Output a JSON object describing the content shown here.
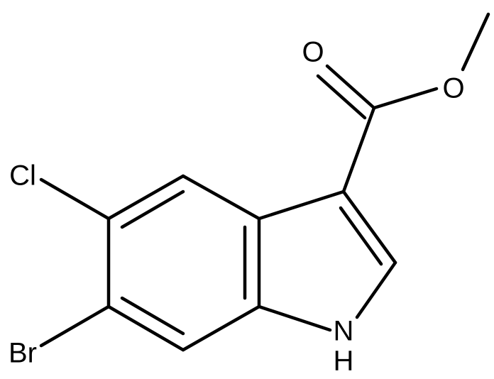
{
  "structure": {
    "atoms": {
      "carbonyl_o": "O",
      "ester_o": "O",
      "cl": "Cl",
      "br": "Br",
      "n": "N",
      "h": "H"
    },
    "colors": {
      "bond": "#000000",
      "label": "#000000",
      "background": "#ffffff"
    }
  }
}
